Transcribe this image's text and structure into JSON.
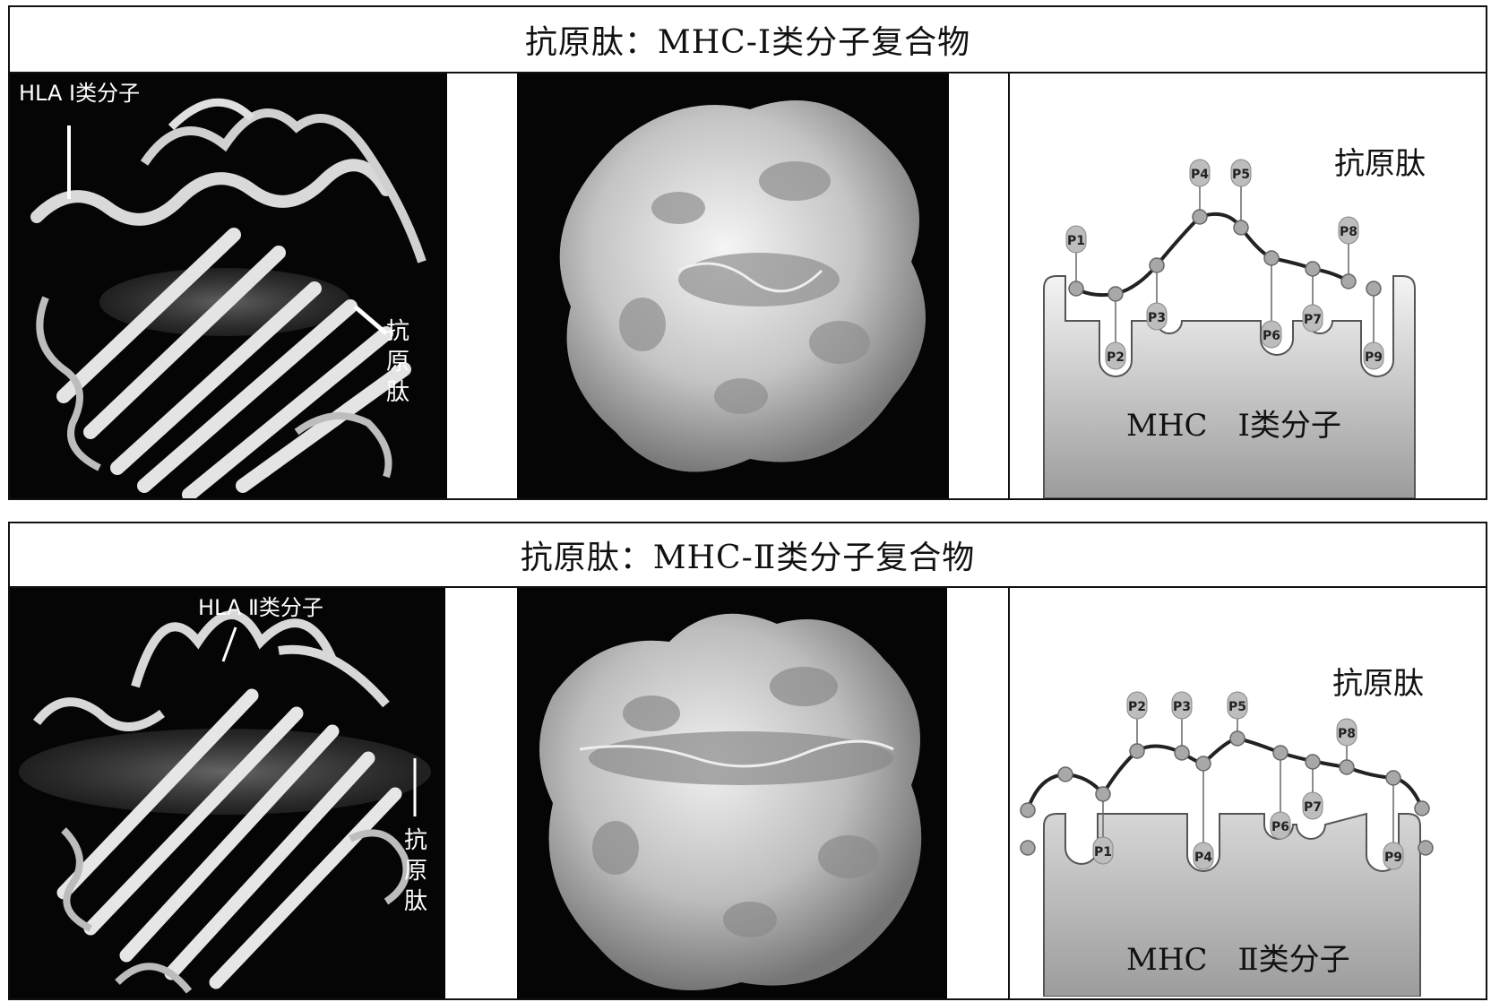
{
  "panels": [
    {
      "title": "抗原肽：MHC-Ⅰ类分子复合物",
      "ribbon_label_hla": "HLA Ⅰ类分子",
      "ribbon_label_peptide": [
        "抗",
        "原",
        "肽"
      ],
      "diagram_label_peptide": "抗原肽",
      "diagram_label_mhc": "MHC　Ⅰ类分子",
      "positions": [
        "P1",
        "P2",
        "P3",
        "P4",
        "P5",
        "P6",
        "P7",
        "P8",
        "P9"
      ]
    },
    {
      "title": "抗原肽：MHC-Ⅱ类分子复合物",
      "ribbon_label_hla": "HLA Ⅱ类分子",
      "ribbon_label_peptide": [
        "抗",
        "原",
        "肽"
      ],
      "diagram_label_peptide": "抗原肽",
      "diagram_label_mhc": "MHC　Ⅱ类分子",
      "positions": [
        "P1",
        "P2",
        "P3",
        "P4",
        "P5",
        "P6",
        "P7",
        "P8",
        "P9"
      ]
    }
  ],
  "colors": {
    "background": "#ffffff",
    "structure_background": "#050505",
    "ribbon": "#d9d9d9",
    "surface": "#c8c8c8",
    "groove_fill_top": "#f2f2f2",
    "groove_fill_bottom": "#9a9a9a",
    "bead": "#a8a8a8",
    "chain": "#222222"
  }
}
